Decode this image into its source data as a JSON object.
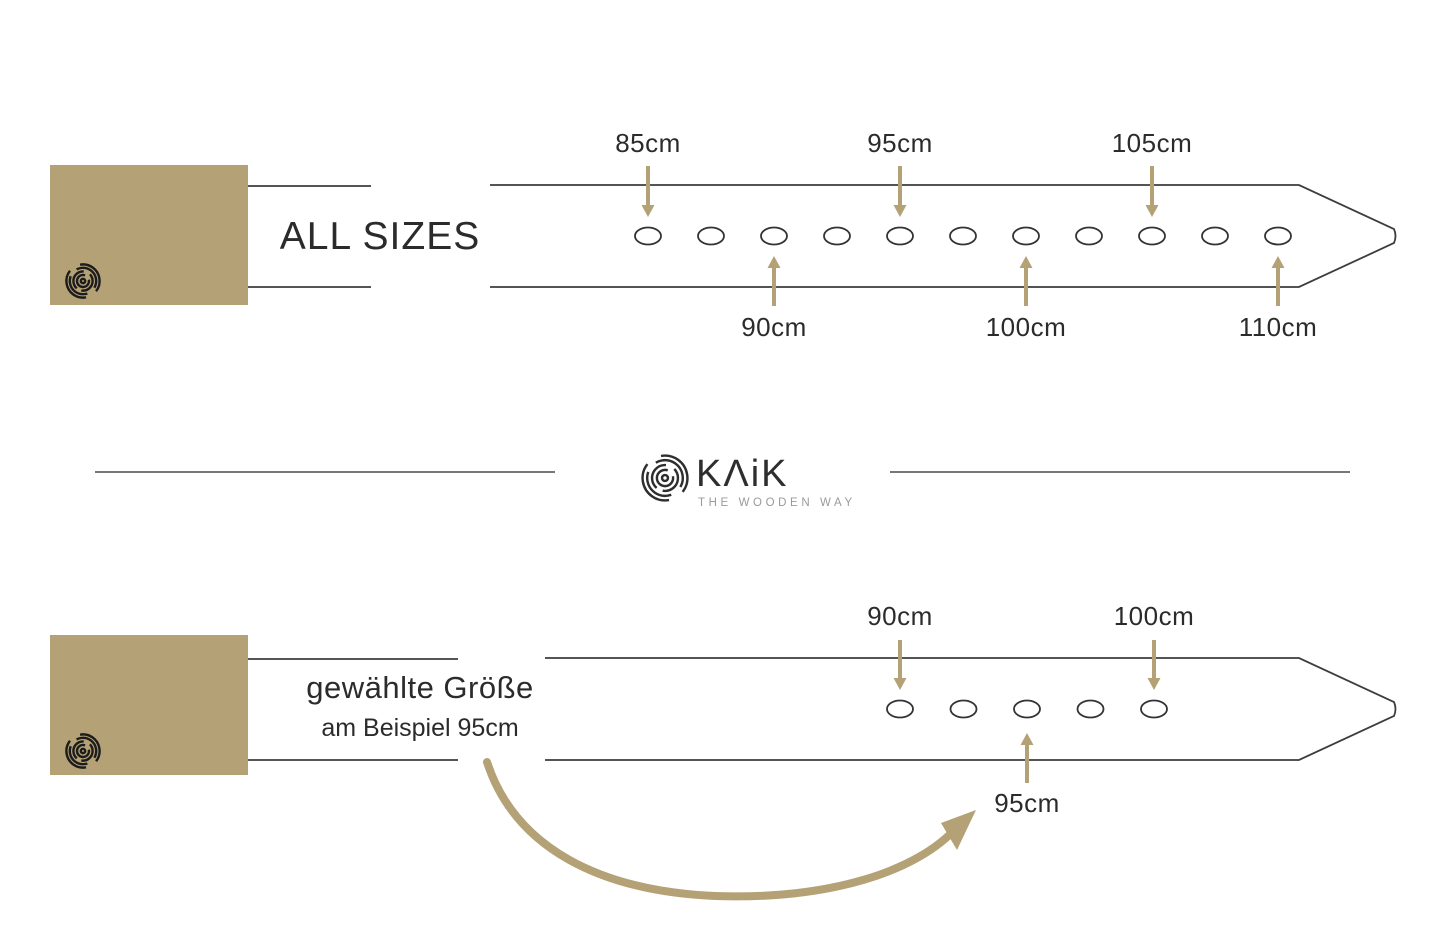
{
  "brand": {
    "name": "KΛiK",
    "tagline": "THE WOODEN WAY"
  },
  "colors": {
    "tan": "#b4a276",
    "ink": "#3d3d3d",
    "text": "#2b2b2b",
    "stamp": "#1c1c1c"
  },
  "top_diagram": {
    "title": "ALL SIZES",
    "hole_count": 11,
    "labels_above": [
      {
        "text": "85cm",
        "hole": 0
      },
      {
        "text": "95cm",
        "hole": 4
      },
      {
        "text": "105cm",
        "hole": 8
      }
    ],
    "labels_below": [
      {
        "text": "90cm",
        "hole": 2
      },
      {
        "text": "100cm",
        "hole": 6
      },
      {
        "text": "110cm",
        "hole": 10
      }
    ]
  },
  "bottom_diagram": {
    "title": "gewählte Größe",
    "subtitle": "am Beispiel 95cm",
    "hole_count": 5,
    "labels_above": [
      {
        "text": "90cm",
        "hole": 0
      },
      {
        "text": "100cm",
        "hole": 4
      }
    ],
    "labels_below": [
      {
        "text": "95cm",
        "hole": 2
      }
    ]
  }
}
